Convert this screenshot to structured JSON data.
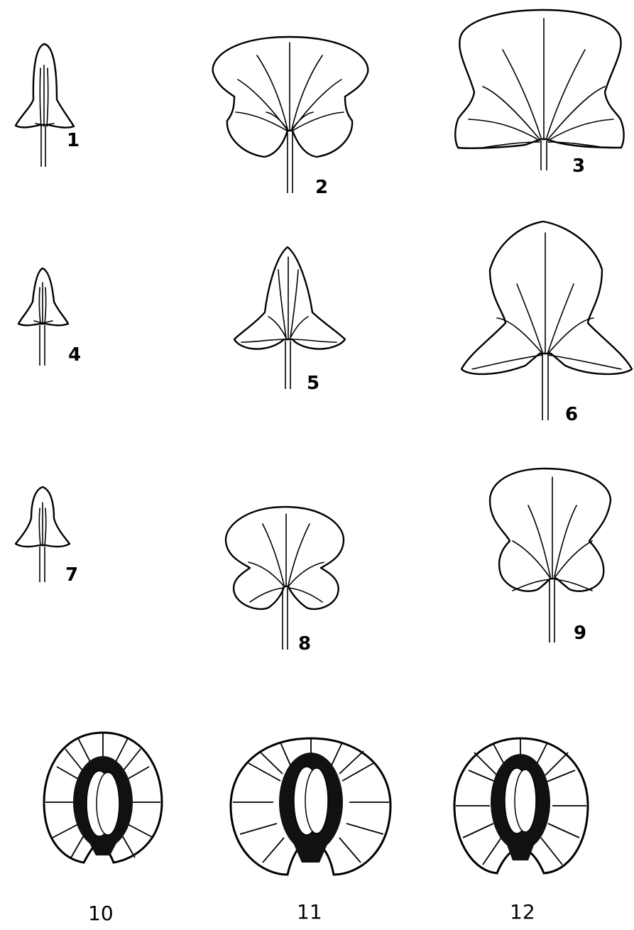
{
  "figures": [
    {
      "label": "1",
      "kind": "leaf"
    },
    {
      "label": "2",
      "kind": "leaf"
    },
    {
      "label": "3",
      "kind": "leaf"
    },
    {
      "label": "4",
      "kind": "leaf"
    },
    {
      "label": "5",
      "kind": "leaf"
    },
    {
      "label": "6",
      "kind": "leaf"
    },
    {
      "label": "7",
      "kind": "leaf"
    },
    {
      "label": "8",
      "kind": "leaf"
    },
    {
      "label": "9",
      "kind": "leaf"
    },
    {
      "label": "10",
      "kind": "seed-section"
    },
    {
      "label": "11",
      "kind": "seed-section"
    },
    {
      "label": "12",
      "kind": "seed-section"
    }
  ],
  "colors": {
    "ink": "#000000",
    "paper": "#ffffff"
  }
}
